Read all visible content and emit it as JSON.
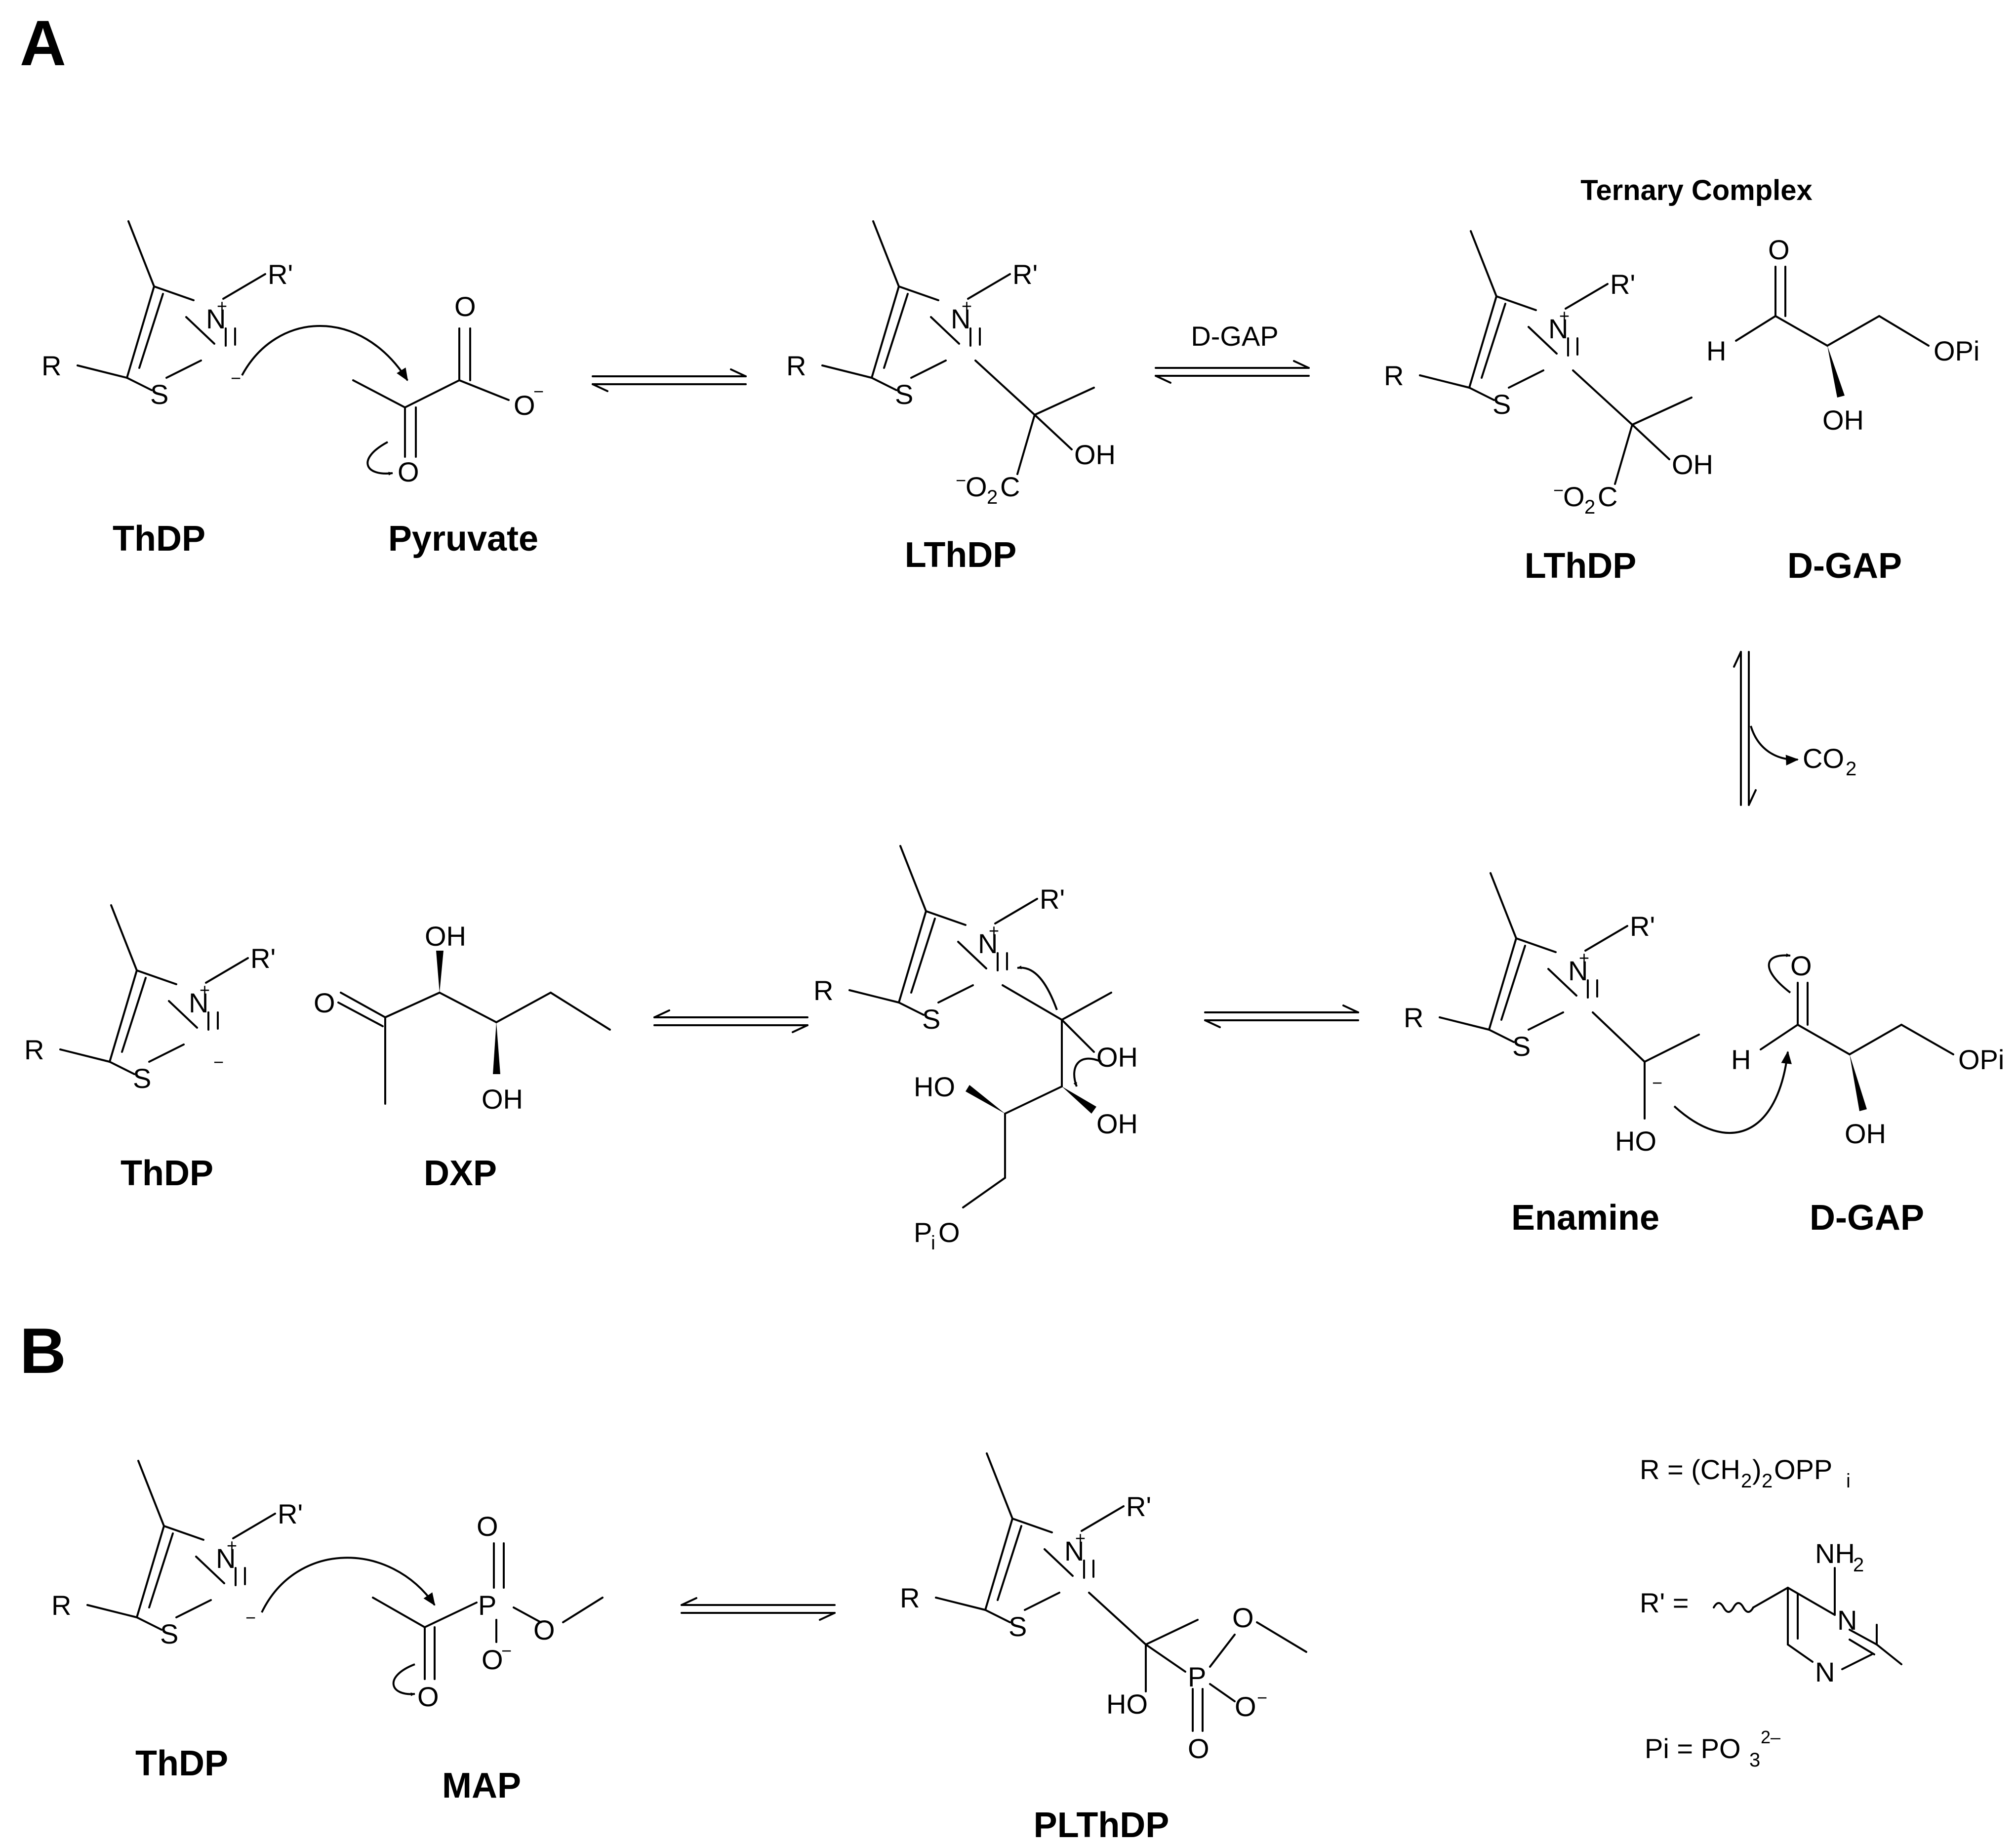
{
  "panels": {
    "a": "A",
    "b": "B"
  },
  "header": {
    "ternary": "Ternary Complex"
  },
  "conditions": {
    "dgap": "D-GAP",
    "co2": "CO",
    "co2_sub": "2"
  },
  "compounds": {
    "thdp_1": "ThDP",
    "pyruvate": "Pyruvate",
    "lthdp_1": "LThDP",
    "lthdp_2": "LThDP",
    "dgap_1": "D-GAP",
    "enamine": "Enamine",
    "dgap_2": "D-GAP",
    "thdp_2": "ThDP",
    "dxp": "DXP",
    "thdp_3": "ThDP",
    "map": "MAP",
    "plthdp": "PLThDP"
  },
  "legend": {
    "r_label": "R = (CH",
    "r_sub1": "2",
    "r_mid": ")",
    "r_sub2": "2",
    "r_end": "OPP",
    "r_sub3": "i",
    "rp_label": "R' =",
    "nh2": "NH",
    "nh2_sub": "2",
    "n": "N",
    "pi_label": "Pi = PO",
    "pi_sub": "3",
    "pi_sup": "2–"
  },
  "atoms": {
    "R": "R",
    "Rp": "R'",
    "S": "S",
    "N": "N",
    "plus": "+",
    "minus": "−",
    "O": "O",
    "OH": "OH",
    "HO": "HO",
    "H": "H",
    "P": "P",
    "OPi": "OPi",
    "PiO_P": "P",
    "PiO_i": "i",
    "PiO_O": "O",
    "O2C_O": "O",
    "O2C_2": "2",
    "O2C_C": "C"
  }
}
